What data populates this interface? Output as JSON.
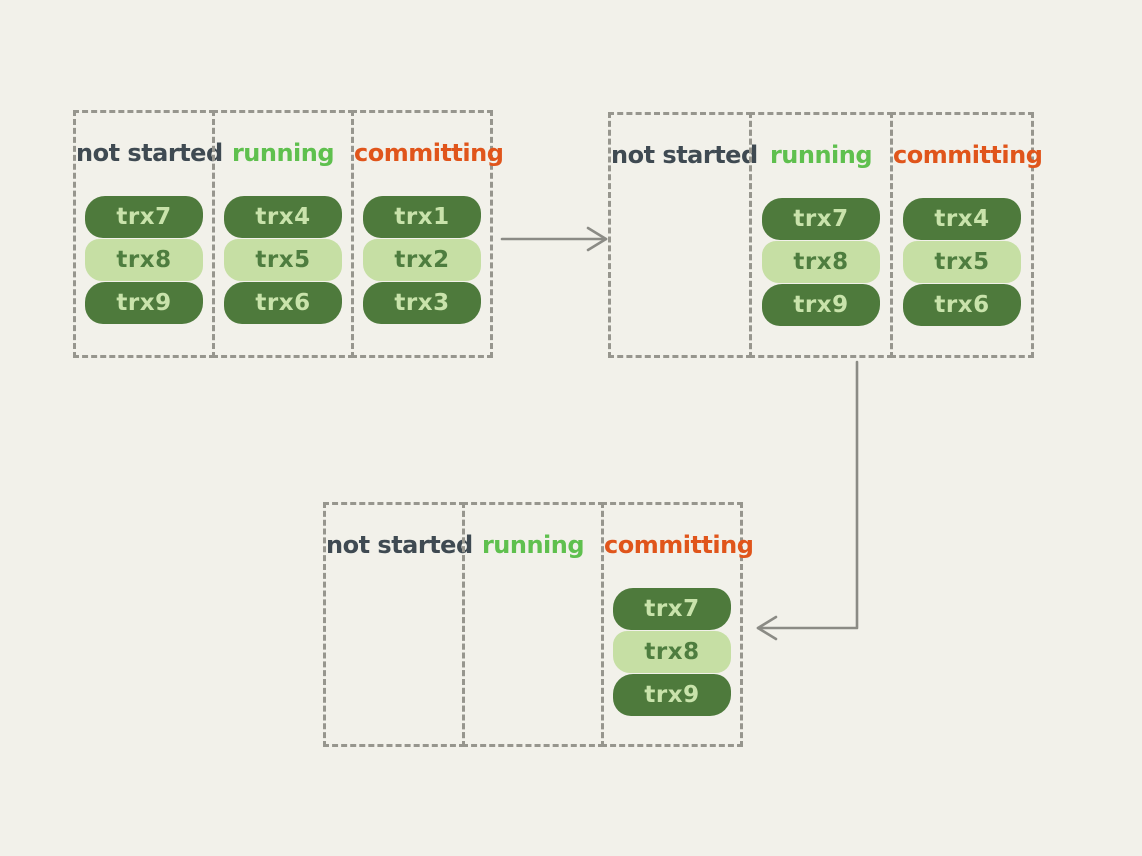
{
  "colors": {
    "background": "#f2f1ea",
    "dash": "#97968e",
    "arrow": "#8b8b85",
    "pill_dark": "#4e7a3c",
    "pill_light": "#c6dfa4",
    "text_on_dark": "#c9e3ab",
    "text_on_light": "#4e7d3f",
    "header_not_started": "#3f4a52",
    "header_running": "#5fc04e",
    "header_committing": "#e0551b"
  },
  "groups": [
    {
      "columns": [
        {
          "label": "not started",
          "items": [
            "trx7",
            "trx8",
            "trx9"
          ]
        },
        {
          "label": "running",
          "items": [
            "trx4",
            "trx5",
            "trx6"
          ]
        },
        {
          "label": "committing",
          "items": [
            "trx1",
            "trx2",
            "trx3"
          ]
        }
      ]
    },
    {
      "columns": [
        {
          "label": "not started",
          "items": []
        },
        {
          "label": "running",
          "items": [
            "trx7",
            "trx8",
            "trx9"
          ]
        },
        {
          "label": "committing",
          "items": [
            "trx4",
            "trx5",
            "trx6"
          ]
        }
      ]
    },
    {
      "columns": [
        {
          "label": "not started",
          "items": []
        },
        {
          "label": "running",
          "items": []
        },
        {
          "label": "committing",
          "items": [
            "trx7",
            "trx8",
            "trx9"
          ]
        }
      ]
    }
  ],
  "arrows": [
    {
      "from": "step-1",
      "to": "step-2"
    },
    {
      "from": "step-2",
      "to": "step-3-committing"
    }
  ]
}
